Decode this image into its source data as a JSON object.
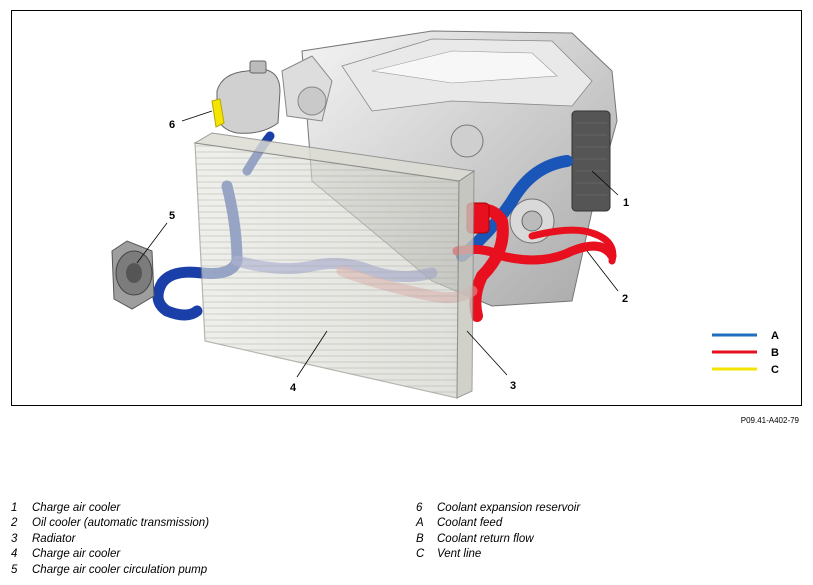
{
  "callouts": {
    "c1": "1",
    "c2": "2",
    "c3": "3",
    "c4": "4",
    "c5": "5",
    "c6": "6"
  },
  "legend": [
    {
      "id": "A",
      "color": "#1e6fc0"
    },
    {
      "id": "B",
      "color": "#e8101e"
    },
    {
      "id": "C",
      "color": "#f5e400"
    }
  ],
  "figure_id": "P09.41-A402-79",
  "key": {
    "left": [
      {
        "id": "1",
        "text": "Charge air cooler"
      },
      {
        "id": "2",
        "text": "Oil cooler (automatic transmission)"
      },
      {
        "id": "3",
        "text": "Radiator"
      },
      {
        "id": "4",
        "text": "Charge air cooler"
      },
      {
        "id": "5",
        "text": "Charge air cooler circulation pump"
      }
    ],
    "right": [
      {
        "id": "6",
        "text": "Coolant expansion reservoir"
      },
      {
        "id": "A",
        "text": "Coolant feed"
      },
      {
        "id": "B",
        "text": "Coolant return flow"
      },
      {
        "id": "C",
        "text": "Vent line"
      }
    ]
  }
}
